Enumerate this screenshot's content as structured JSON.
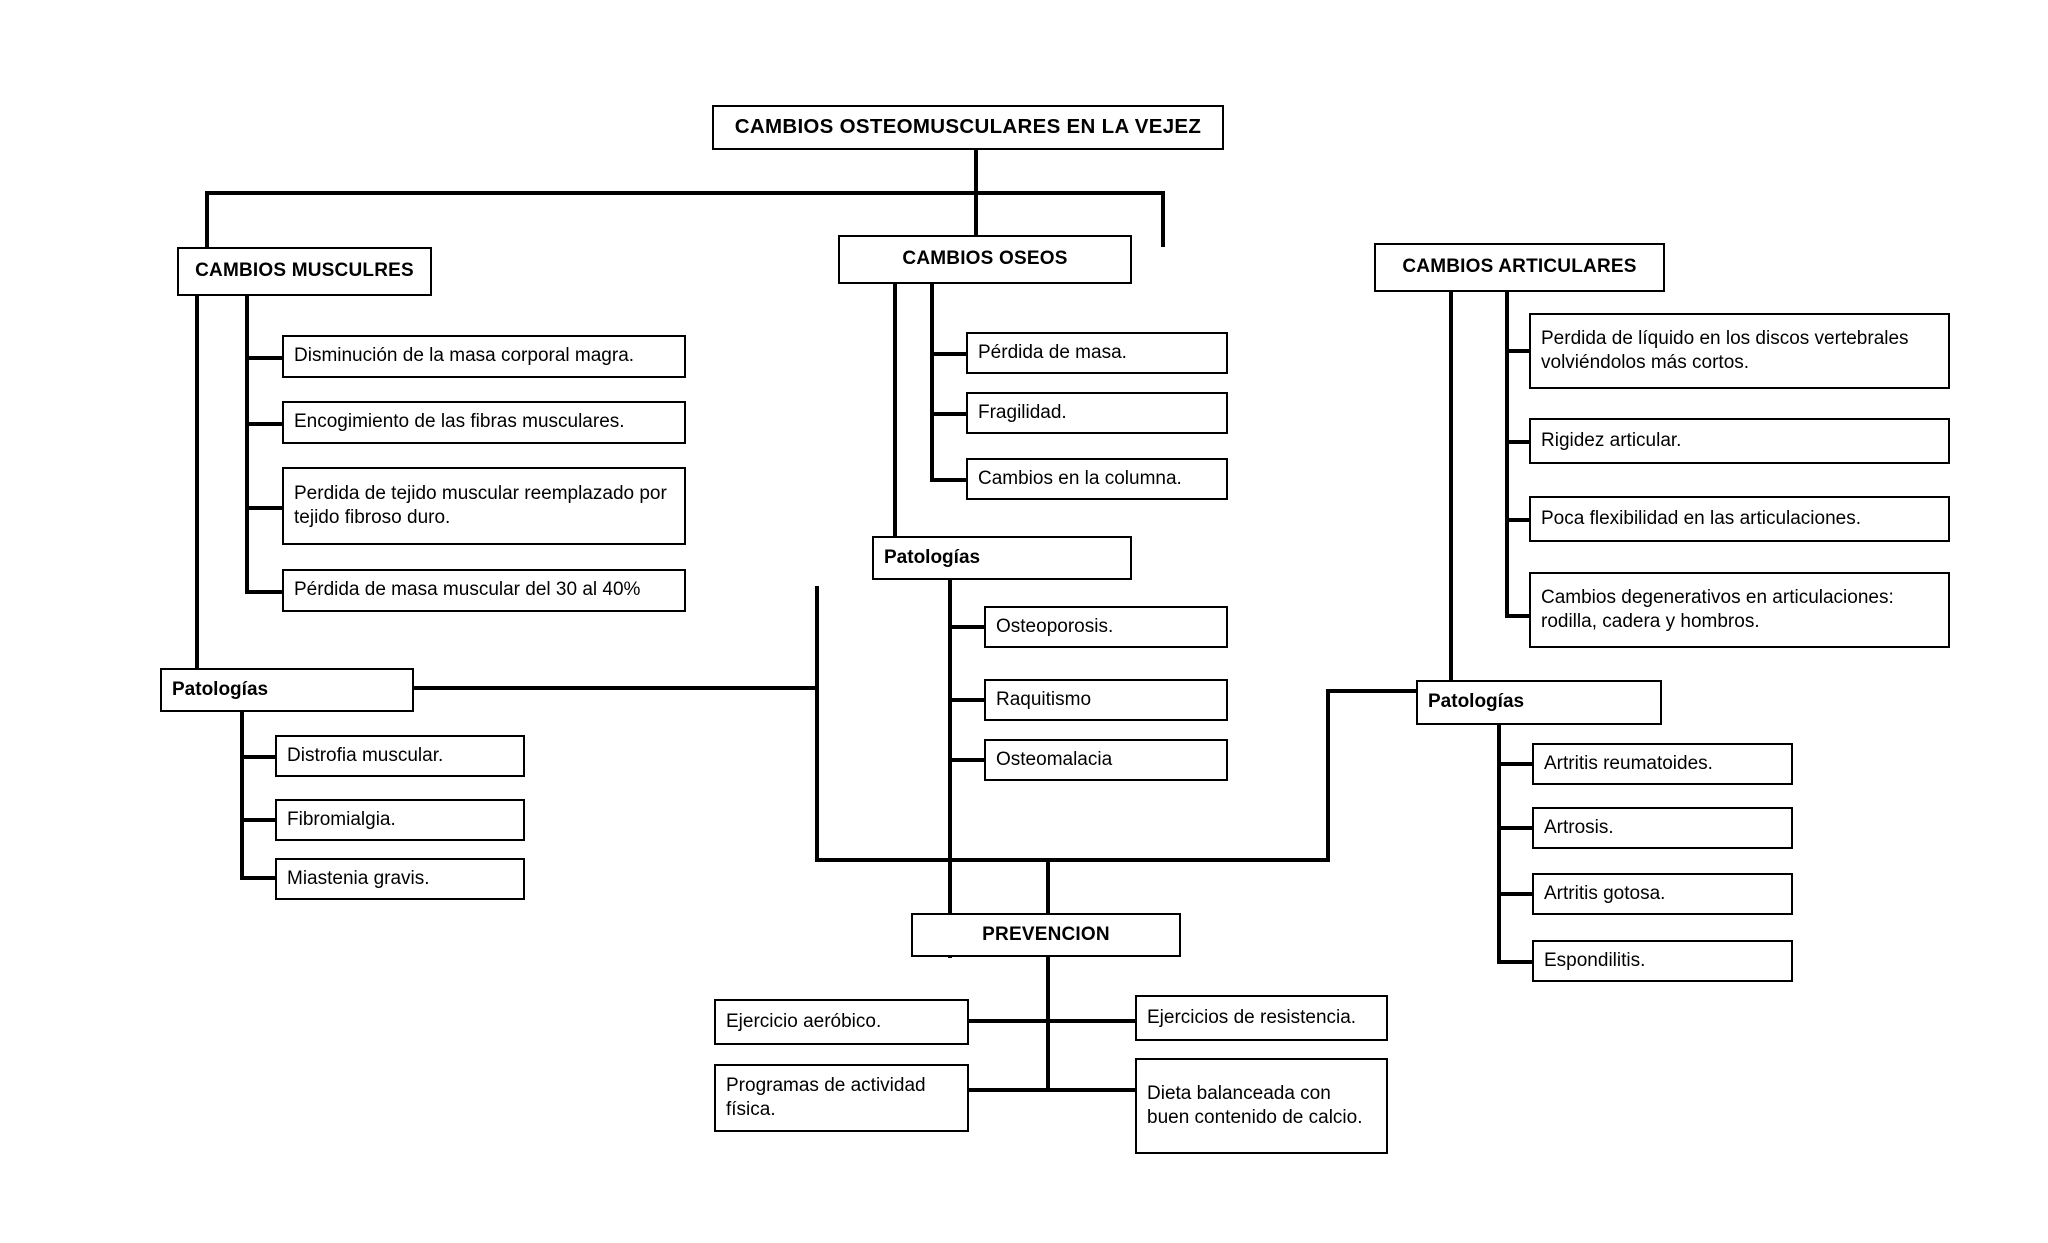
{
  "diagram": {
    "title": "CAMBIOS OSTEOMUSCULARES EN LA VEJEZ",
    "branches": {
      "muscular": {
        "heading": "CAMBIOS MUSCULRES",
        "items": [
          "Disminución de la masa corporal magra.",
          "Encogimiento de las fibras musculares.",
          "Perdida de tejido muscular reemplazado por tejido fibroso duro.",
          "Pérdida de masa muscular del 30 al 40%"
        ],
        "pathologies_label": "Patologías",
        "pathologies": [
          "Distrofia muscular.",
          "Fibromialgia.",
          "Miastenia gravis."
        ]
      },
      "oseos": {
        "heading": "CAMBIOS OSEOS",
        "items": [
          "Pérdida de masa.",
          "Fragilidad.",
          "Cambios en la columna."
        ],
        "pathologies_label": "Patologías",
        "pathologies": [
          "Osteoporosis.",
          "Raquitismo",
          "Osteomalacia"
        ]
      },
      "articulares": {
        "heading": "CAMBIOS ARTICULARES",
        "items": [
          "Perdida de líquido en los discos vertebrales volviéndolos más cortos.",
          "Rigidez articular.",
          "Poca flexibilidad en las articulaciones.",
          "Cambios degenerativos en articulaciones: rodilla, cadera y hombros."
        ],
        "pathologies_label": "Patologías",
        "pathologies": [
          "Artritis reumatoides.",
          "Artrosis.",
          "Artritis gotosa.",
          "Espondilitis."
        ]
      }
    },
    "prevention": {
      "heading": "PREVENCION",
      "items": [
        "Ejercicio aeróbico.",
        "Ejercicios de resistencia.",
        "Programas de actividad física.",
        "Dieta balanceada con buen contenido de calcio."
      ]
    },
    "colors": {
      "line": "#000000",
      "box_border": "#000000",
      "background": "#ffffff",
      "text": "#000000"
    }
  }
}
